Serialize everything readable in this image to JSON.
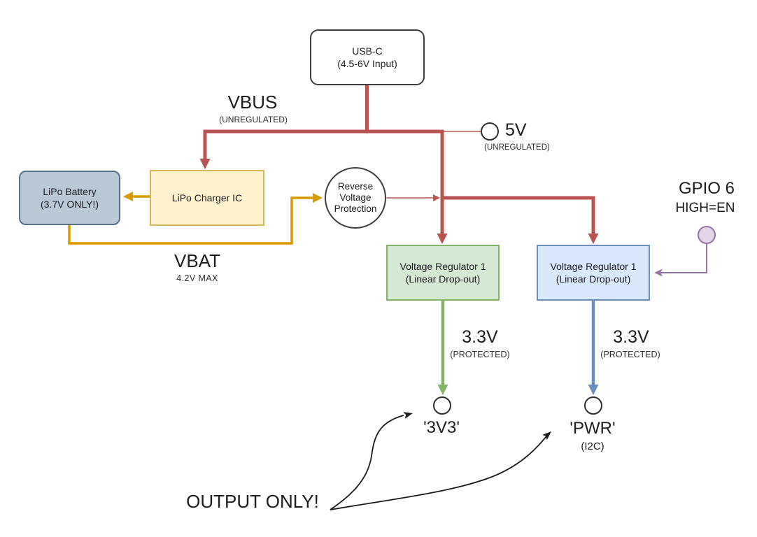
{
  "usbc": {
    "title": "USB-C",
    "subtitle": "(4.5-6V Input)"
  },
  "vbus": {
    "label": "VBUS",
    "note": "(UNREGULATED)"
  },
  "rail5v": {
    "label": "5V",
    "note": "(UNREGULATED)"
  },
  "battery": {
    "title": "LiPo Battery",
    "subtitle": "(3.7V ONLY!)"
  },
  "charger": {
    "title": "LiPo Charger IC"
  },
  "vbat": {
    "label": "VBAT",
    "note": "4.2V MAX"
  },
  "rvp": {
    "line1": "Reverse",
    "line2": "Voltage",
    "line3": "Protection"
  },
  "regulator1": {
    "title": "Voltage Regulator 1",
    "subtitle": "(Linear Drop-out)"
  },
  "regulator2": {
    "title": "Voltage Regulator 1",
    "subtitle": "(Linear Drop-out)"
  },
  "gpio": {
    "label": "GPIO 6",
    "note": "HIGH=EN"
  },
  "out3v3": {
    "voltage": "3.3V",
    "note": "(PROTECTED)",
    "port": "'3V3'"
  },
  "outpwr": {
    "voltage": "3.3V",
    "note": "(PROTECTED)",
    "port": "'PWR'",
    "bus": "(I2C)"
  },
  "warning": {
    "label": "OUTPUT ONLY!"
  },
  "colors": {
    "wire_red": "#B85450",
    "wire_yellow": "#D79B00",
    "wire_green": "#82B366",
    "wire_blue": "#6C8EBF",
    "wire_purple": "#9673A6",
    "wire_black": "#1c1c1c",
    "regulator1_fill": "#D5E8D4",
    "regulator2_fill": "#DAE8FC",
    "charger_fill": "#FFF2CC",
    "charger_border": "#D6B656",
    "battery_fill": "#B9C9D6",
    "gpio_pin_fill": "#E1D5E7",
    "box_border_dark": "#3D3D3D",
    "text": "#1B1D22"
  }
}
